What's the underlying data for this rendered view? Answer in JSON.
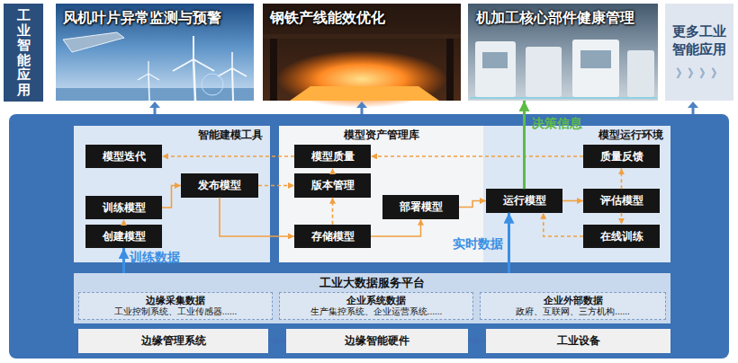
{
  "diagram": {
    "nodes": [
      {
        "text": [
          "工业智能应用"
        ]
      },
      {
        "text": [
          "风机叶片异常监测与预警"
        ]
      },
      {
        "text": [
          "钢铁产线能效优化"
        ]
      },
      {
        "text": [
          "机加工核心部件健康管理"
        ]
      },
      {
        "text": [
          "更多工业智能应用",
          "》》》》"
        ]
      },
      {
        "text": [
          "智能建模工具"
        ]
      },
      {
        "text": [
          "模型迭代"
        ],
        "in": 5
      },
      {
        "text": [
          "发布模型"
        ],
        "in": 5
      },
      {
        "text": [
          "训练模型"
        ],
        "in": 5
      },
      {
        "text": [
          "创建模型"
        ],
        "in": 5
      },
      {
        "text": [
          "模型资产管理库"
        ]
      },
      {
        "text": [
          "模型质量"
        ],
        "in": 10
      },
      {
        "text": [
          "版本管理"
        ],
        "in": 10
      },
      {
        "text": [
          "部署模型"
        ],
        "in": 10
      },
      {
        "text": [
          "存储模型"
        ],
        "in": 10
      },
      {
        "text": [
          "模型运行环境"
        ]
      },
      {
        "text": [
          "质量反馈"
        ],
        "in": 15
      },
      {
        "text": [
          "运行模型"
        ],
        "in": 15
      },
      {
        "text": [
          "评估模型"
        ],
        "in": 15
      },
      {
        "text": [
          "在线训练"
        ],
        "in": 15
      },
      {
        "text": [
          "工业大数据服务平台"
        ]
      },
      {
        "text": [
          "边缘采集数据",
          "工业控制系统、工业传感器......"
        ],
        "in": 20
      },
      {
        "text": [
          "企业系统数据",
          "生产集控系统、企业运营系统......"
        ],
        "in": 20
      },
      {
        "text": [
          "企业外部数据",
          "政府、互联网、三方机构......"
        ],
        "in": 20
      },
      {
        "text": [
          "边缘管理系统"
        ]
      },
      {
        "text": [
          "边缘智能硬件"
        ]
      },
      {
        "text": [
          "工业设备"
        ]
      }
    ],
    "edges": [
      {
        "from": 9,
        "to": 8,
        "arrow": "to"
      },
      {
        "from": 8,
        "to": 7,
        "arrow": "to"
      },
      {
        "from": 7,
        "to": 14,
        "arrow": "to"
      },
      {
        "from": 7,
        "to": 12,
        "arrow": "to"
      },
      {
        "from": 14,
        "to": 12,
        "arrow": "to"
      },
      {
        "from": 12,
        "to": 11,
        "arrow": "to"
      },
      {
        "from": 11,
        "to": 6,
        "arrow": "to"
      },
      {
        "from": 14,
        "to": 13,
        "arrow": "to"
      },
      {
        "from": 13,
        "to": 17,
        "arrow": "to"
      },
      {
        "from": 17,
        "to": 18,
        "arrow": "to"
      },
      {
        "from": 18,
        "to": 16,
        "arrow": "to"
      },
      {
        "from": 18,
        "to": 19,
        "arrow": "to"
      },
      {
        "from": 19,
        "to": 17,
        "arrow": "to"
      },
      {
        "from": 16,
        "to": 11,
        "arrow": "to"
      },
      {
        "from": 17,
        "to": 3,
        "label": "决策信息",
        "arrow": "to"
      },
      {
        "from": 20,
        "to": 9,
        "label": "训练数据",
        "arrow": "to"
      },
      {
        "from": 20,
        "to": 17,
        "label": "实时数据",
        "arrow": "to"
      },
      {
        "from": 26,
        "to": 25,
        "arrow": "to"
      },
      {
        "from": 25,
        "to": 24,
        "arrow": "to"
      }
    ]
  }
}
